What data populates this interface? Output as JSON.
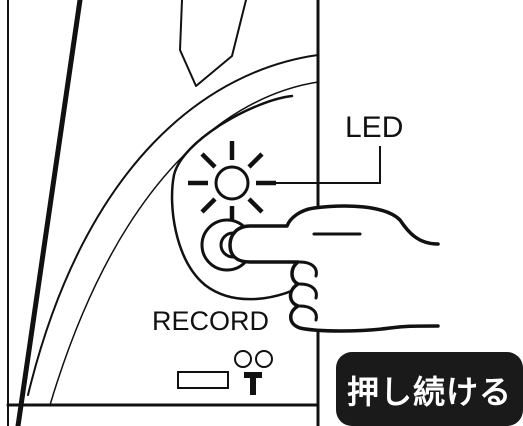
{
  "labels": {
    "led": "LED",
    "record": "RECORD",
    "action_badge": "押し続ける"
  },
  "colors": {
    "ink": "#111111",
    "paper": "#ffffff",
    "badge_bg": "#1a1a1a",
    "badge_text": "#ffffff"
  },
  "icons": {
    "pointing_hand": "hand-icon",
    "led_light": "led-icon",
    "microphone": "microphone-icon"
  }
}
